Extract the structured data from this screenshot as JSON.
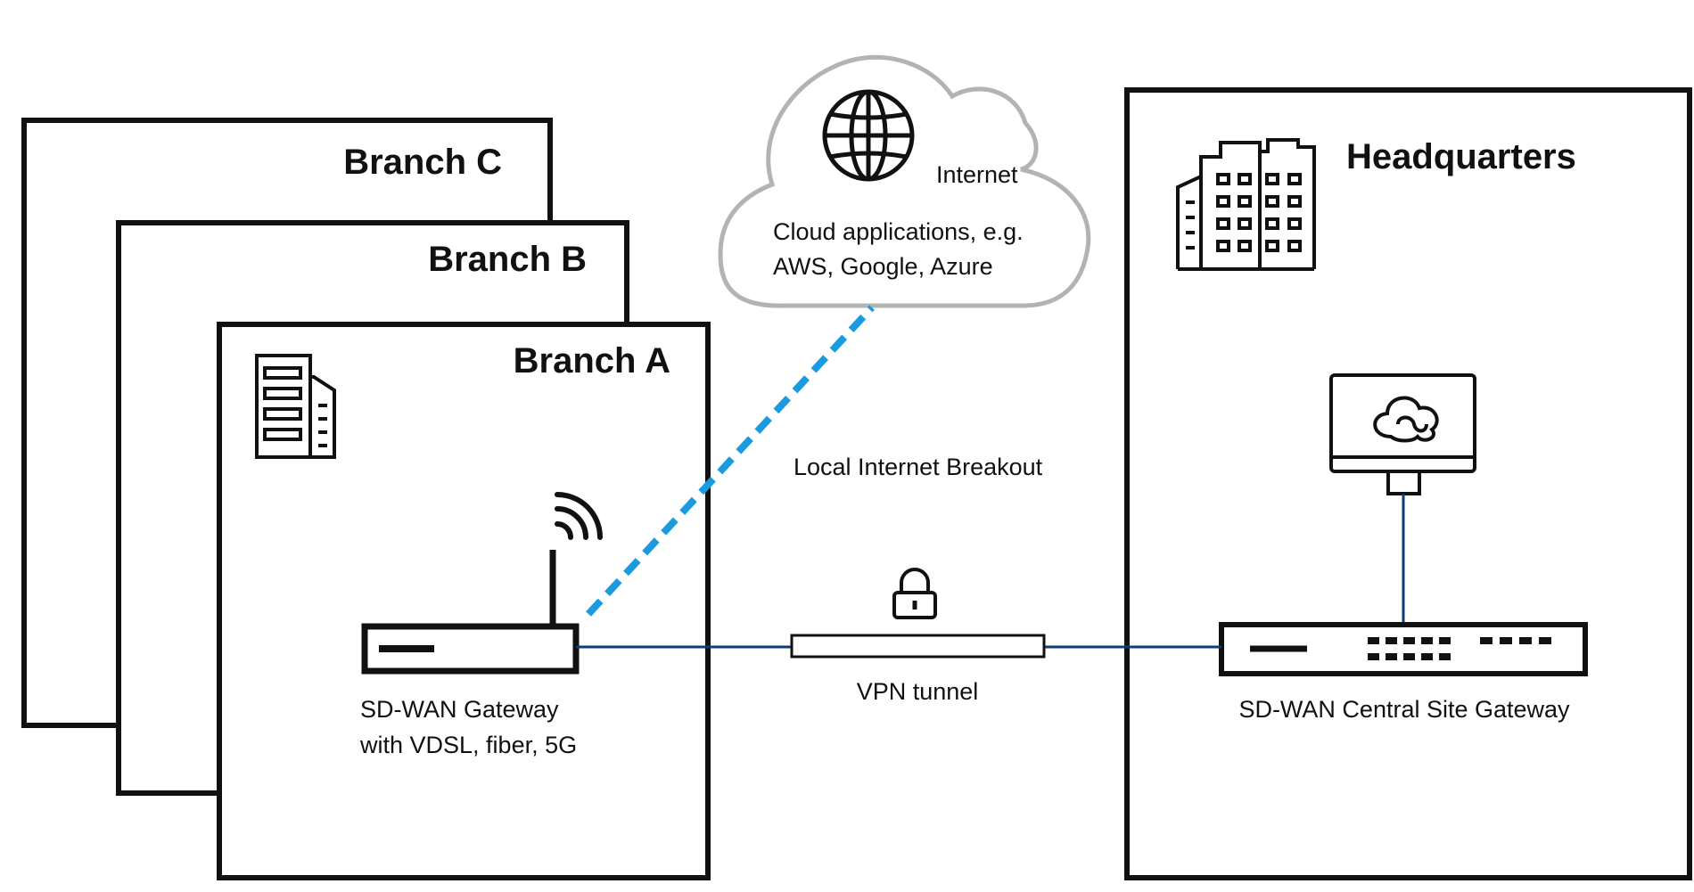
{
  "branches": {
    "c": {
      "title": "Branch C"
    },
    "b": {
      "title": "Branch B"
    },
    "a": {
      "title": "Branch A",
      "gateway_label_line1": "SD-WAN Gateway",
      "gateway_label_line2": "with VDSL, fiber, 5G"
    }
  },
  "cloud": {
    "internet_label": "Internet",
    "apps_line1": "Cloud applications, e.g.",
    "apps_line2": "AWS, Google, Azure"
  },
  "links": {
    "breakout_label": "Local Internet Breakout",
    "vpn_label": "VPN tunnel"
  },
  "headquarters": {
    "title": "Headquarters",
    "gateway_label": "SD-WAN Central Site Gateway"
  },
  "colors": {
    "breakout_line": "#1a9be0",
    "vpn_line": "#0d3d73",
    "frame": "#111111",
    "cloud_outline": "#b3b3b3"
  },
  "icons": {
    "branch_building": "office-building-icon",
    "hq_building": "office-tower-icon",
    "cloud_globe": "globe-icon",
    "wifi": "wifi-signal-icon",
    "lock": "padlock-icon",
    "hq_server": "cloud-server-icon"
  }
}
